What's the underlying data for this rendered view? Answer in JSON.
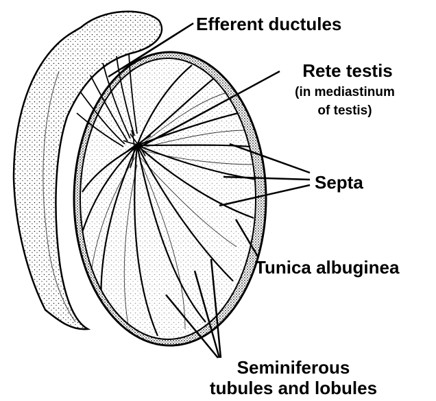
{
  "labels": {
    "efferent": "Efferent ductules",
    "rete_title": "Rete testis",
    "rete_sub1": "(in mediastinum",
    "rete_sub2": "of testis)",
    "septa": "Septa",
    "tunica": "Tunica albuginea",
    "semi1": "Seminiferous",
    "semi2": "tubules and lobules"
  },
  "colors": {
    "ink": "#000000",
    "background": "#ffffff"
  }
}
